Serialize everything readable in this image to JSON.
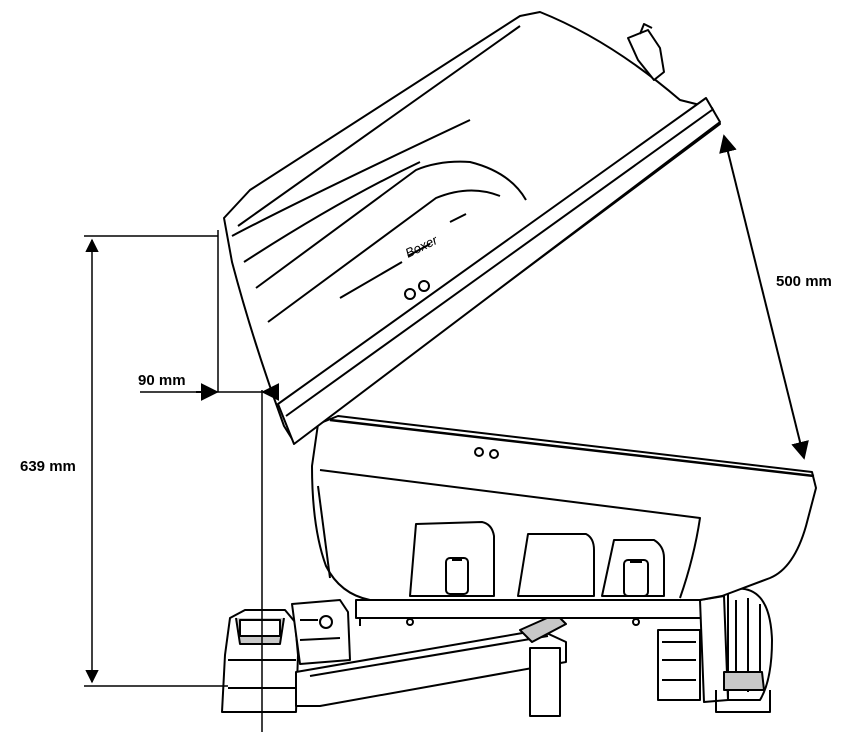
{
  "dimensions": {
    "height": "639 mm",
    "offset": "90 mm",
    "lid_opening": "500 mm"
  },
  "brand_text": "Boxer",
  "colors": {
    "ink": "#000000",
    "paper": "#ffffff",
    "shade": "#c8c8c8"
  }
}
